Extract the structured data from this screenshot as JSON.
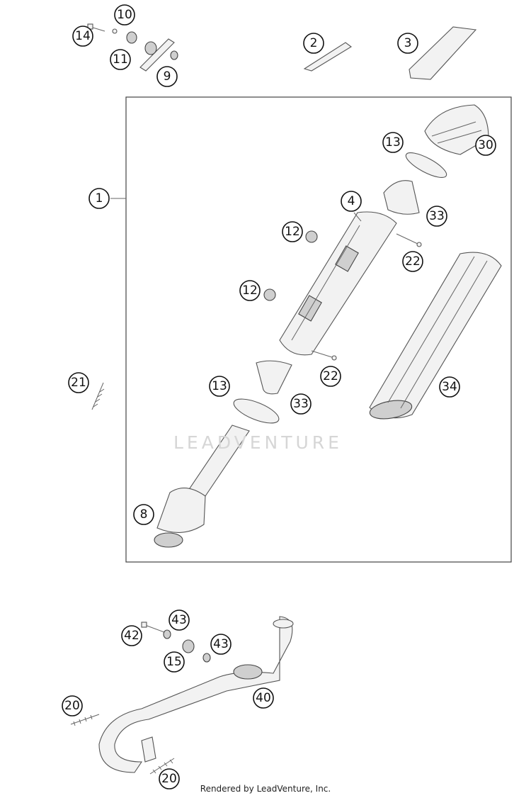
{
  "callouts": [
    "1",
    "2",
    "3",
    "4",
    "8",
    "9",
    "10",
    "11",
    "12",
    "12",
    "13",
    "13",
    "14",
    "15",
    "20",
    "20",
    "21",
    "22",
    "22",
    "30",
    "33",
    "33",
    "34",
    "40",
    "42",
    "43",
    "43"
  ],
  "watermark": "LEADVENTURE",
  "footer": "Rendered by LeadVenture, Inc."
}
